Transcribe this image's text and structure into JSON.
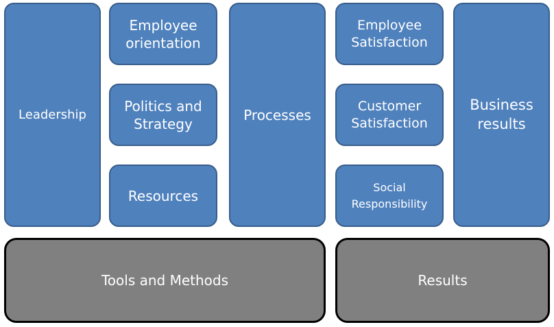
{
  "diagram": {
    "boxes": {
      "leadership": "Leadership",
      "employee_orientation": "Employee\norientation",
      "politics_strategy": "Politics and\nStrategy",
      "resources": "Resources",
      "processes": "Processes",
      "employee_satisfaction": "Employee\nSatisfaction",
      "customer_satisfaction": "Customer\nSatisfaction",
      "social_responsibility": "Social\nResponsibility",
      "business_results": "Business\nresults",
      "tools_methods": "Tools and Methods",
      "results": "Results"
    },
    "colors": {
      "box_fill": "#4f81bd",
      "box_border": "#385d8a",
      "group_fill": "#808080",
      "group_border": "#000000"
    }
  }
}
